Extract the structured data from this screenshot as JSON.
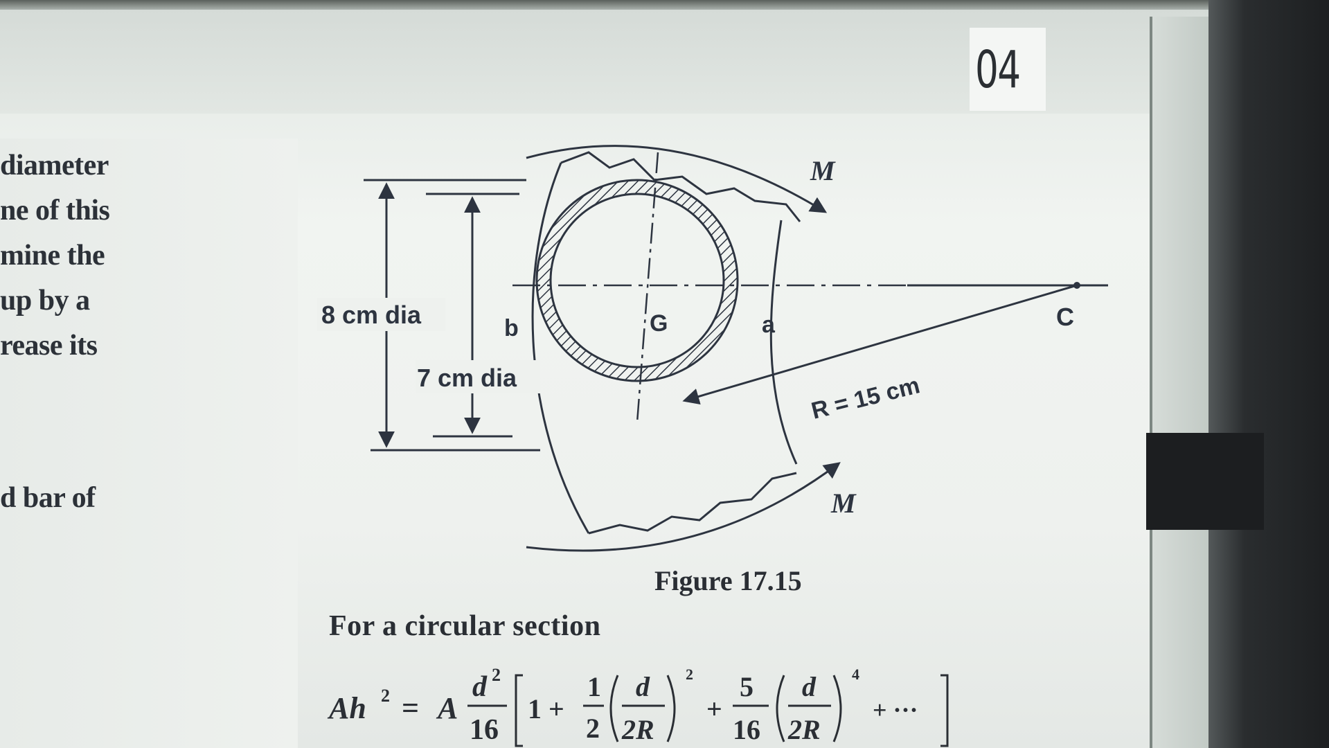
{
  "page_number": "04",
  "side_text": [
    "diameter",
    "ne of this",
    "mine the",
    "up by a",
    "rease its",
    "d bar of"
  ],
  "figure": {
    "moment_top": "M",
    "moment_bottom": "M",
    "outer_dia_label": "8 cm dia",
    "inner_dia_label": "7 cm dia",
    "point_b": "b",
    "point_a": "a",
    "point_g": "G",
    "point_c": "C",
    "radius_label": "R = 15 cm",
    "caption": "Figure 17.15"
  },
  "section_title": "For a circular section",
  "formula": {
    "lhs": "Ah",
    "lhs_exp": "2",
    "eq": "=",
    "a": "A",
    "frac1_num": "d",
    "frac1_num_exp": "2",
    "frac1_den": "16",
    "one_plus": "1 +",
    "frac2_num": "1",
    "frac2_den": "2",
    "inner_num": "d",
    "inner_den": "2R",
    "pow1": "2",
    "plus2": "+",
    "frac3_num": "5",
    "frac3_den": "16",
    "pow2": "4",
    "tail": "+ ···"
  }
}
